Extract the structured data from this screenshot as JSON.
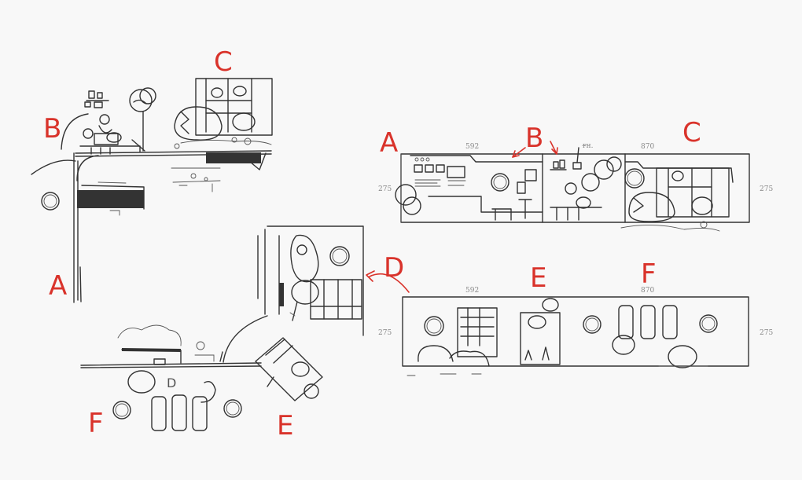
{
  "sketch": {
    "plan_labels": {
      "a": "A",
      "b": "B",
      "c": "C",
      "d": "D",
      "e": "E",
      "f": "F"
    },
    "plan_inner_letter": "D",
    "elevation_top": {
      "labels": {
        "a": "A",
        "b": "B",
        "c": "C"
      },
      "dims": {
        "width_1": "592",
        "width_2": "870",
        "height_left": "275",
        "height_right": "275"
      },
      "note": "ꜰ̶ʜ."
    },
    "elevation_bottom": {
      "labels": {
        "d": "D",
        "e": "E",
        "f": "F"
      },
      "dims": {
        "width_1": "592",
        "width_2": "870",
        "height_left": "275",
        "height_right": "275"
      }
    }
  }
}
